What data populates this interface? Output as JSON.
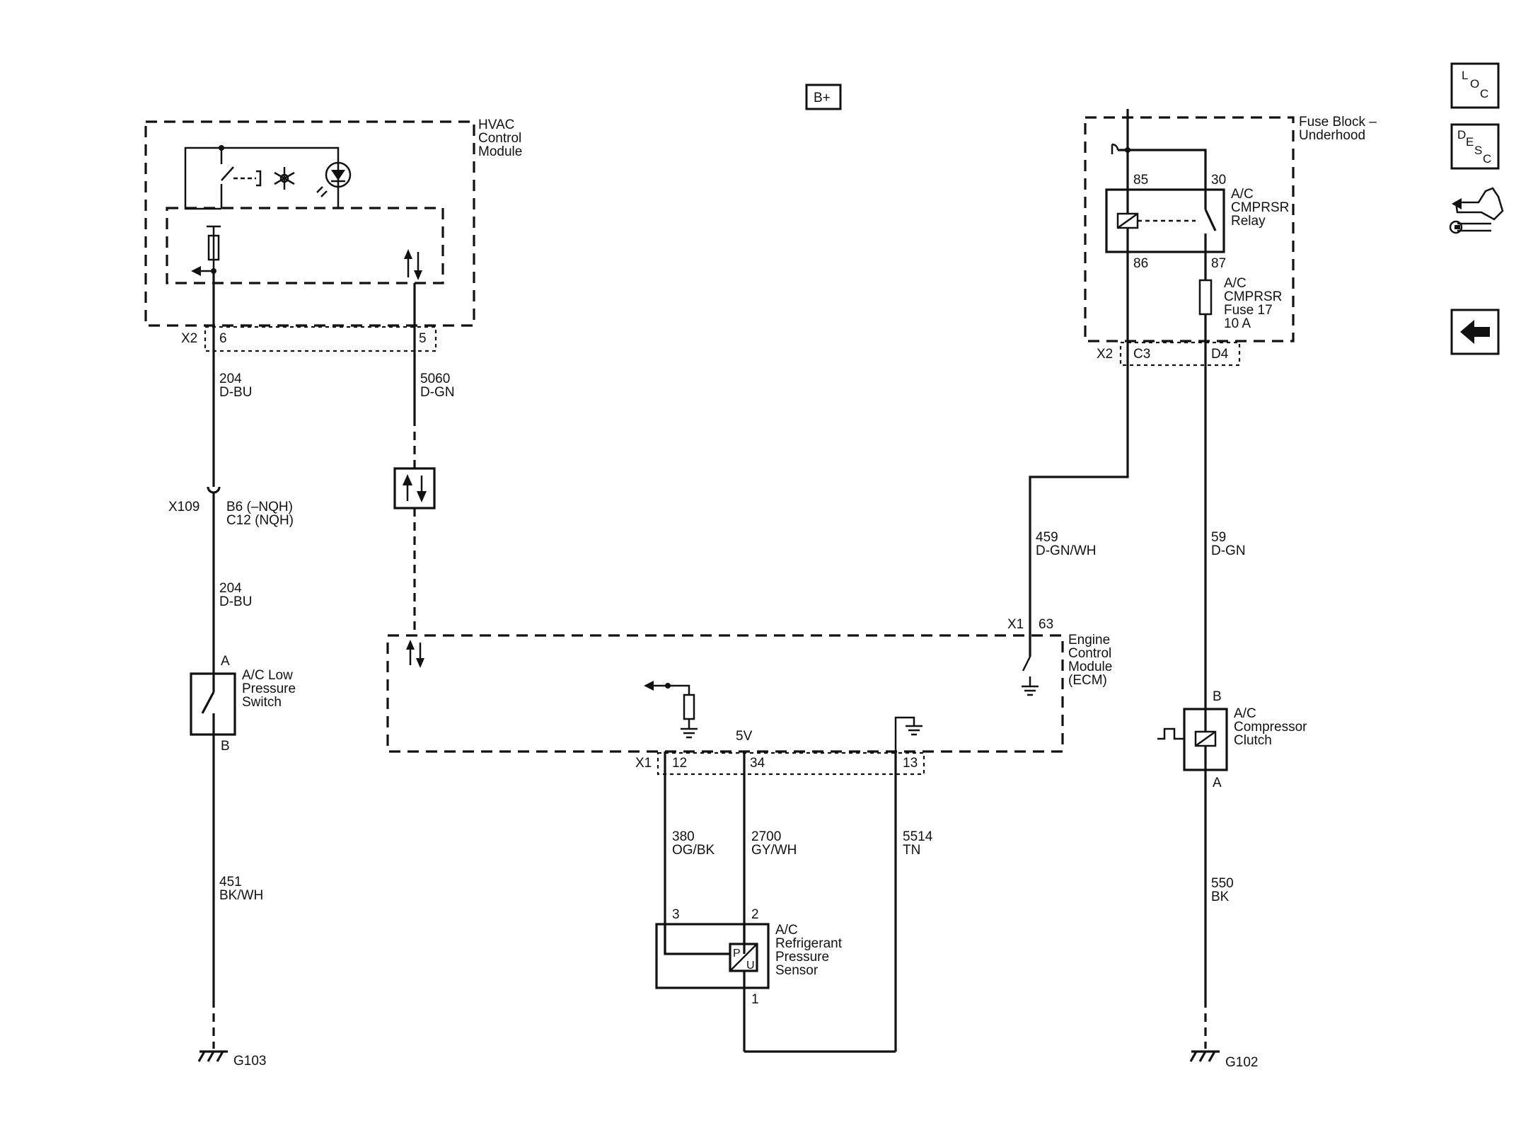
{
  "hvac_module": {
    "label": [
      "HVAC",
      "Control",
      "Module"
    ],
    "connector": "X2",
    "pins": [
      "6",
      "5"
    ]
  },
  "wire_204_top": {
    "circuit": "204",
    "color": "D-BU"
  },
  "wire_5060": {
    "circuit": "5060",
    "color": "D-GN"
  },
  "inline_connector": {
    "id": "X109",
    "pins": [
      "B6 (–NQH)",
      "C12 (NQH)"
    ]
  },
  "wire_204_bottom": {
    "circuit": "204",
    "color": "D-BU"
  },
  "low_pressure_switch": {
    "label": [
      "A/C Low",
      "Pressure",
      "Switch"
    ],
    "pin_top": "A",
    "pin_bottom": "B"
  },
  "wire_451": {
    "circuit": "451",
    "color": "BK/WH"
  },
  "ground_left": "G103",
  "battery": "B+",
  "fuse_block": {
    "label": [
      "Fuse Block –",
      "Underhood"
    ],
    "connector": "X2",
    "pins": [
      "C3",
      "D4"
    ]
  },
  "relay": {
    "label": [
      "A/C",
      "CMPRSR",
      "Relay"
    ],
    "pins": [
      "85",
      "30",
      "86",
      "87"
    ]
  },
  "fuse": {
    "label": [
      "A/C",
      "CMPRSR",
      "Fuse 17",
      "10 A"
    ]
  },
  "wire_459": {
    "circuit": "459",
    "color": "D-GN/WH"
  },
  "wire_59": {
    "circuit": "59",
    "color": "D-GN"
  },
  "ecm": {
    "label": [
      "Engine",
      "Control",
      "Module",
      "(ECM)"
    ],
    "connector_top": "X1",
    "pin_top": "63",
    "connector_bottom": "X1",
    "pins_bottom": [
      "12",
      "34",
      "13"
    ],
    "reference_label": "5V"
  },
  "wire_380": {
    "circuit": "380",
    "color": "OG/BK"
  },
  "wire_2700": {
    "circuit": "2700",
    "color": "GY/WH"
  },
  "wire_5514": {
    "circuit": "5514",
    "color": "TN"
  },
  "pressure_sensor": {
    "label": [
      "A/C",
      "Refrigerant",
      "Pressure",
      "Sensor"
    ],
    "pins": [
      "3",
      "2",
      "1"
    ],
    "symbol": [
      "P",
      "U"
    ]
  },
  "compressor_clutch": {
    "label": [
      "A/C",
      "Compressor",
      "Clutch"
    ],
    "pin_top": "B",
    "pin_bottom": "A"
  },
  "wire_550": {
    "circuit": "550",
    "color": "BK"
  },
  "ground_right": "G102",
  "nav": {
    "loc": [
      "L",
      "O",
      "C"
    ],
    "desc": [
      "D",
      "E",
      "S",
      "C"
    ]
  }
}
